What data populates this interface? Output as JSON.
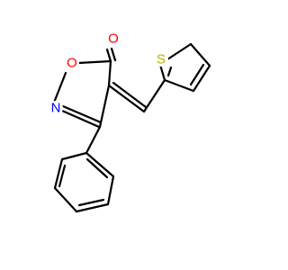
{
  "molecule": {
    "atoms": [
      {
        "id": "O1",
        "symbol": "O"
      },
      {
        "id": "O2",
        "symbol": "O"
      },
      {
        "id": "N1",
        "symbol": "N"
      },
      {
        "id": "S1",
        "symbol": "S"
      }
    ]
  },
  "colors": {
    "oxygen": "#ff0000",
    "nitrogen": "#0000ff",
    "sulfur": "#b2b200",
    "bond": "#000000",
    "background": "#ffffff"
  }
}
